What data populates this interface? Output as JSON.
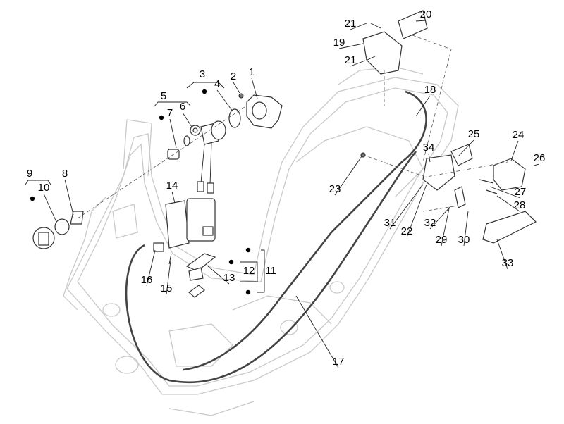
{
  "callouts": [
    "1",
    "2",
    "3",
    "4",
    "5",
    "6",
    "7",
    "8",
    "9",
    "10",
    "11",
    "12",
    "13",
    "14",
    "15",
    "16",
    "17",
    "18",
    "19",
    "20",
    "21",
    "21",
    "22",
    "23",
    "24",
    "25",
    "26",
    "27",
    "28",
    "29",
    "30",
    "31",
    "32",
    "33",
    "34"
  ],
  "colors": {
    "frame": "#c9c9c9",
    "parts": "#333333",
    "labels": "#000000"
  }
}
